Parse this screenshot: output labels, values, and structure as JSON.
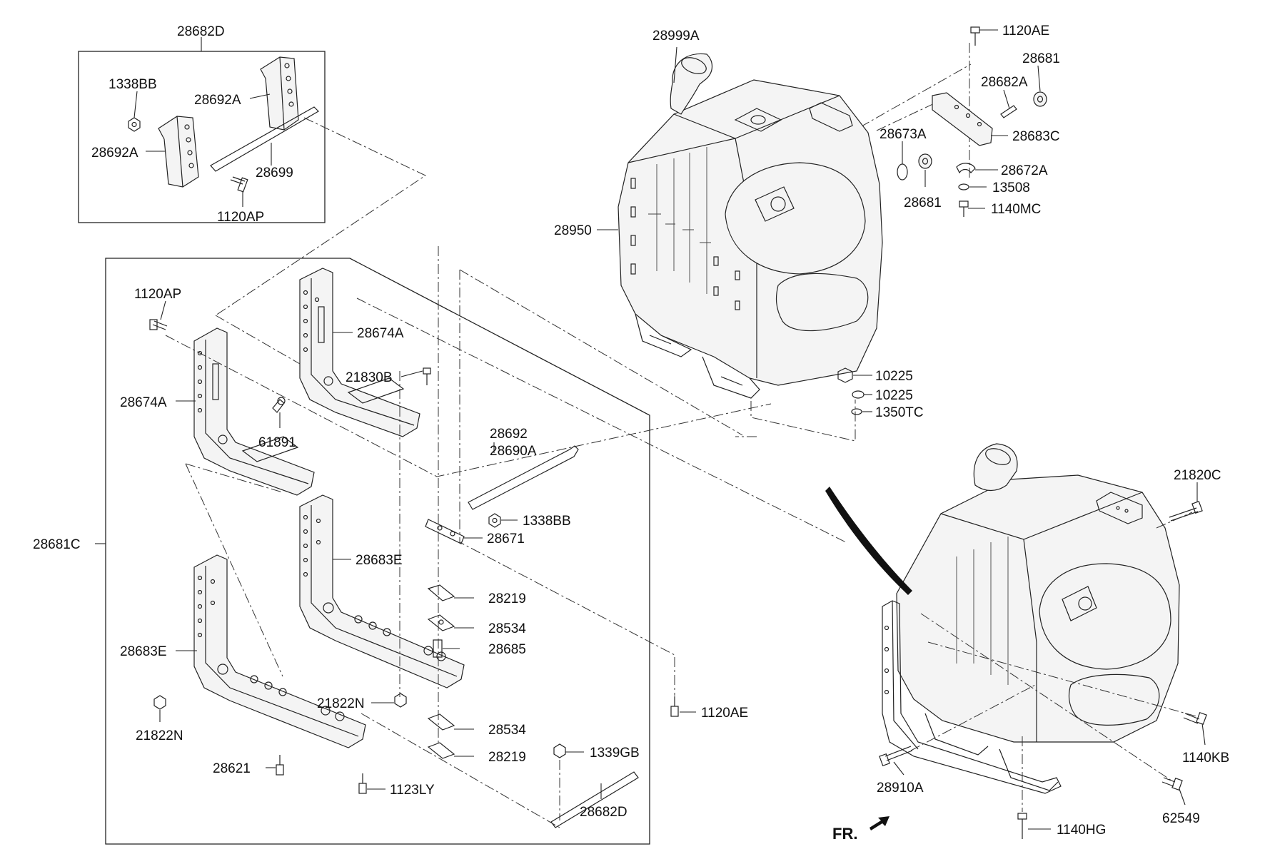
{
  "labels": [
    "28682D",
    "1338BB",
    "28692A",
    "28692A",
    "28699",
    "1120AP",
    "1120AP",
    "28674A",
    "28674A",
    "21830B",
    "61891",
    "28681C",
    "28692",
    "28690A",
    "1338BB",
    "28671",
    "28683E",
    "28683E",
    "28219",
    "28534",
    "28685",
    "21822N",
    "21822N",
    "28534",
    "28219",
    "1339GB",
    "28621",
    "1123LY",
    "28682D",
    "1120AE",
    "28999A",
    "1120AE",
    "28681",
    "28682A",
    "28673A",
    "28683C",
    "28672A",
    "28681",
    "13508",
    "1140MC",
    "28950",
    "10225",
    "10225",
    "1350TC",
    "21820C",
    "28910A",
    "1140KB",
    "62549",
    "1140HG"
  ],
  "direction_label": "FR.",
  "colors": {
    "line": "#222222",
    "text": "#111111",
    "background": "#ffffff"
  }
}
